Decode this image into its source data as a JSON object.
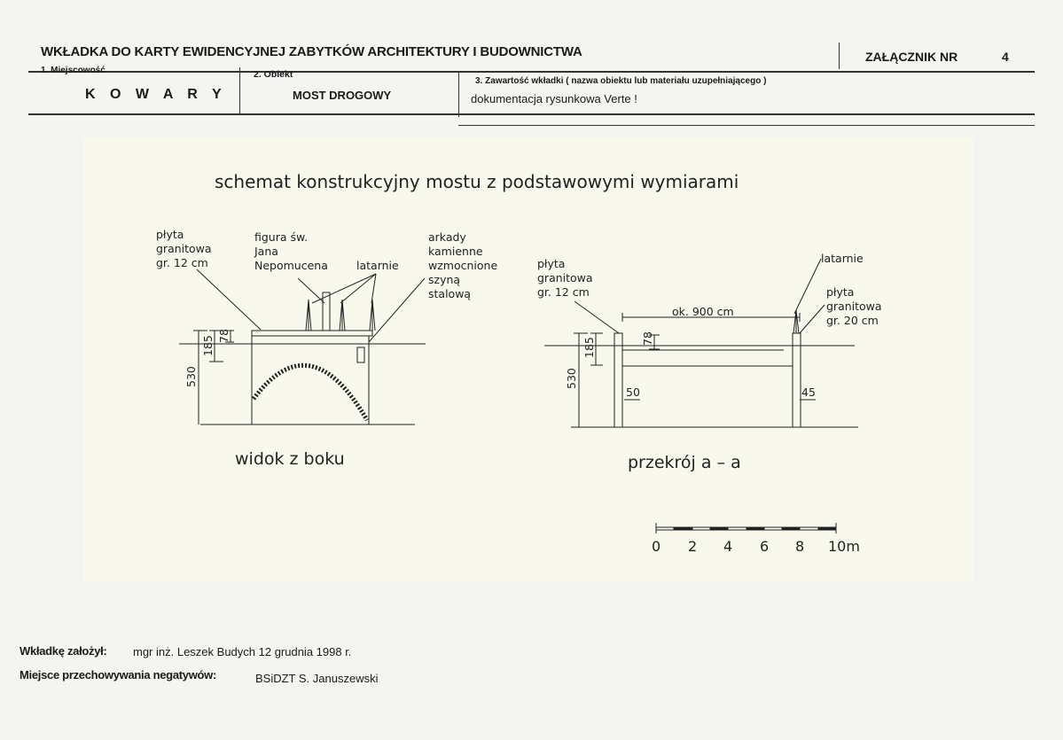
{
  "header": {
    "title": "WKŁADKA DO KARTY EWIDENCYJNEJ ZABYTKÓW ARCHITEKTURY I BUDOWNICTWA",
    "annex_label": "ZAŁĄCZNIK NR",
    "annex_number": "4"
  },
  "fields": {
    "town_label": "1. Miejscowość",
    "town_value": "K O W A R Y",
    "object_label": "2. Obiekt",
    "object_value": "MOST DROGOWY",
    "content_label": "3. Zawartość wkładki ( nazwa obiektu lub materiału uzupełniającego )",
    "content_value": "dokumentacja rysunkowa  Verte !"
  },
  "drawing": {
    "title": "schemat konstrukcyjny mostu z podstawowymi wymiarami",
    "side_view": {
      "caption": "widok z boku",
      "label_slab": [
        "płyta",
        "granitowa",
        "gr. 12 cm"
      ],
      "label_statue": [
        "figura św.",
        "Jana",
        "Nepomucena"
      ],
      "label_lamps": "latarnie",
      "label_arcades": [
        "arkady",
        "kamienne",
        "wzmocnione",
        "szyną",
        "stalową"
      ],
      "dim_total": "530",
      "dim_mid": "185",
      "dim_small": "78"
    },
    "section": {
      "caption": "przekrój a – a",
      "label_lamps": "latarnie",
      "label_slab_left": [
        "płyta",
        "granitowa",
        "gr. 12 cm"
      ],
      "label_slab_right": [
        "płyta",
        "granitowa",
        "gr. 20 cm"
      ],
      "dim_width": "ok. 900 cm",
      "dim_total": "530",
      "dim_mid": "185",
      "dim_small": "78",
      "dim_left_wall": "50",
      "dim_right_wall": "45"
    },
    "scale_bar": {
      "ticks": [
        "0",
        "2",
        "4",
        "6",
        "8",
        "10m"
      ]
    }
  },
  "footer": {
    "author_label": "Wkładkę założył:",
    "author_value": "mgr inż. Leszek Budych  12 grudnia 1998 r.",
    "storage_label": "Miejsce przechowywania negatywów:",
    "storage_value": "BSiDZT S. Januszewski"
  }
}
